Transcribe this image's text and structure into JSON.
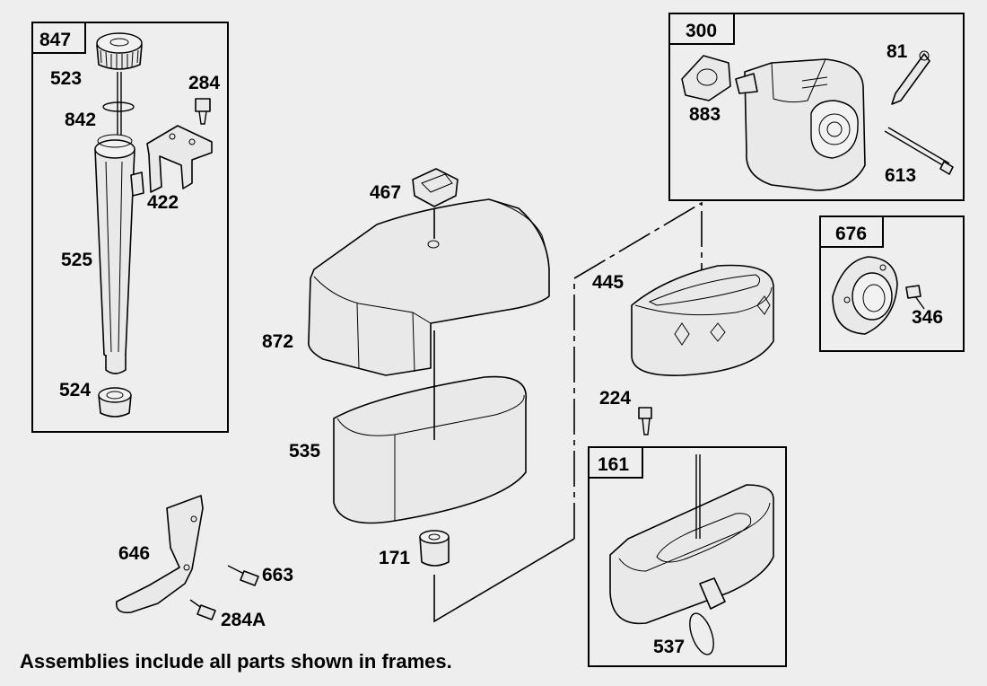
{
  "assemblies": [
    {
      "id": "847",
      "label": "847"
    },
    {
      "id": "300",
      "label": "300"
    },
    {
      "id": "676",
      "label": "676"
    },
    {
      "id": "161",
      "label": "161"
    }
  ],
  "parts": {
    "p523": "523",
    "p842": "842",
    "p284": "284",
    "p422": "422",
    "p525": "525",
    "p524": "524",
    "p467": "467",
    "p872": "872",
    "p535": "535",
    "p171": "171",
    "p445": "445",
    "p224": "224",
    "p883": "883",
    "p81": "81",
    "p613": "613",
    "p346": "346",
    "p537": "537",
    "p646": "646",
    "p663": "663",
    "p284A": "284A"
  },
  "caption": "Assemblies include all parts shown in frames."
}
